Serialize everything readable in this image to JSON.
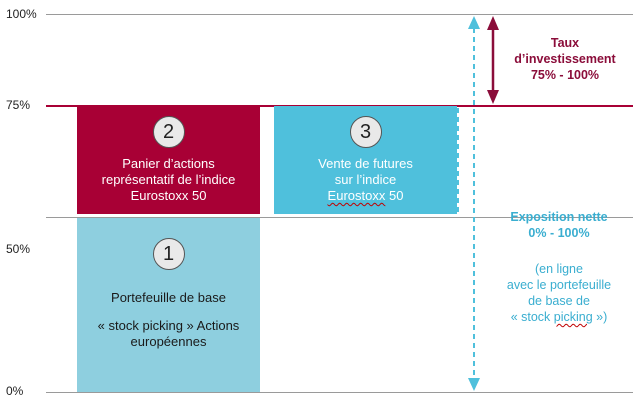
{
  "axis": {
    "ticks": [
      "100%",
      "75%",
      "50%",
      "0%"
    ]
  },
  "blocks": {
    "block1": {
      "number": "1",
      "line1": "Portefeuille de base",
      "line2": "« stock picking » Actions",
      "line3": "européennes",
      "color": "#8ecfdf"
    },
    "block2": {
      "number": "2",
      "line1": "Panier d’actions",
      "line2": "représentatif de l’indice",
      "line3": "Eurostoxx 50",
      "color": "#a80035"
    },
    "block3": {
      "number": "3",
      "line1": "Vente de futures",
      "line2": "sur l’indice",
      "line3_word": "Eurostoxx",
      "line3_rest": " 50",
      "color": "#4fc0dc"
    }
  },
  "annotations": {
    "investment": {
      "line1": "Taux",
      "line2": "d’investissement",
      "line3": "75% - 100%",
      "color": "#8b0d3a"
    },
    "exposure": {
      "line1": "Exposition nette",
      "line2": "0% - 100%",
      "color": "#3aaed0"
    },
    "note": {
      "line1": "(en ligne",
      "line2": "avec le portefeuille",
      "line3": "de base de",
      "line4_pre": "« stock ",
      "line4_word": "picking",
      "line4_post": " »)",
      "color": "#3aaed0"
    }
  }
}
